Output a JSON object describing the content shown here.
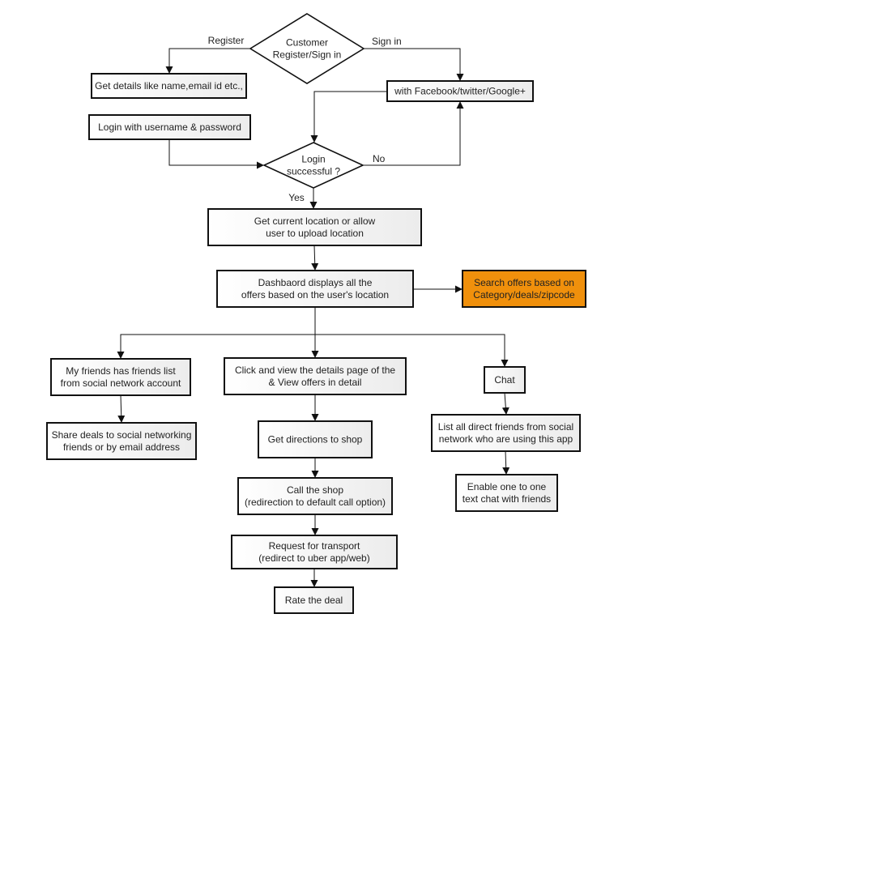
{
  "colors": {
    "box_fill_light": "#ffffff",
    "box_fill_dark": "#ececec",
    "highlight_fill": "#f0900c",
    "stroke": "#111111",
    "text": "#222222"
  },
  "nodes": {
    "start": {
      "shape": "diamond",
      "lines": [
        "Customer",
        "Register/Sign in"
      ]
    },
    "get_details": {
      "shape": "box",
      "lines": [
        "Get details like name,email id etc.,"
      ]
    },
    "social_login": {
      "shape": "box",
      "lines": [
        "with Facebook/twitter/Google+"
      ]
    },
    "login_username": {
      "shape": "box",
      "lines": [
        "Login  with username & password"
      ]
    },
    "login_successful": {
      "shape": "diamond",
      "lines": [
        "Login",
        "successful ?"
      ]
    },
    "get_location": {
      "shape": "box",
      "lines": [
        "Get current location or allow",
        "user to upload location"
      ]
    },
    "dashboard": {
      "shape": "box",
      "lines": [
        "Dashbaord displays all the",
        "offers based on the user's location"
      ]
    },
    "search_offers": {
      "shape": "box",
      "highlight": true,
      "lines": [
        "Search offers based on",
        "Category/deals/zipcode"
      ]
    },
    "friends_list": {
      "shape": "box",
      "lines": [
        "My friends has friends list",
        "from social network account"
      ]
    },
    "view_details": {
      "shape": "box",
      "lines": [
        "Click and view the details page of the",
        "& View offers in detail"
      ]
    },
    "chat": {
      "shape": "box",
      "lines": [
        "Chat"
      ]
    },
    "share_deals": {
      "shape": "box",
      "lines": [
        "Share deals to social networking",
        "friends or by email address"
      ]
    },
    "get_directions": {
      "shape": "box",
      "lines": [
        "Get directions to shop"
      ]
    },
    "list_friends": {
      "shape": "box",
      "lines": [
        "List all direct friends from social",
        "network who are using this app"
      ]
    },
    "call_shop": {
      "shape": "box",
      "lines": [
        "Call the shop",
        "(redirection to default call option)"
      ]
    },
    "text_chat": {
      "shape": "box",
      "lines": [
        "Enable one to one",
        "text chat with friends"
      ]
    },
    "request_transport": {
      "shape": "box",
      "lines": [
        "Request for transport",
        "(redirect to uber app/web)"
      ]
    },
    "rate_deal": {
      "shape": "box",
      "lines": [
        "Rate the deal"
      ]
    }
  },
  "edges": [
    {
      "from": "start",
      "to": "get_details",
      "label": "Register"
    },
    {
      "from": "start",
      "to": "social_login",
      "label": "Sign in"
    },
    {
      "from": "social_login",
      "to": "login_successful",
      "label": ""
    },
    {
      "from": "login_username",
      "to": "login_successful",
      "label": ""
    },
    {
      "from": "login_successful",
      "to": "social_login",
      "label": "No"
    },
    {
      "from": "login_successful",
      "to": "get_location",
      "label": "Yes"
    },
    {
      "from": "get_location",
      "to": "dashboard",
      "label": ""
    },
    {
      "from": "dashboard",
      "to": "search_offers",
      "label": ""
    },
    {
      "from": "dashboard",
      "to": "friends_list",
      "label": ""
    },
    {
      "from": "dashboard",
      "to": "view_details",
      "label": ""
    },
    {
      "from": "dashboard",
      "to": "chat",
      "label": ""
    },
    {
      "from": "friends_list",
      "to": "share_deals",
      "label": ""
    },
    {
      "from": "view_details",
      "to": "get_directions",
      "label": ""
    },
    {
      "from": "get_directions",
      "to": "call_shop",
      "label": ""
    },
    {
      "from": "call_shop",
      "to": "request_transport",
      "label": ""
    },
    {
      "from": "request_transport",
      "to": "rate_deal",
      "label": ""
    },
    {
      "from": "chat",
      "to": "list_friends",
      "label": ""
    },
    {
      "from": "list_friends",
      "to": "text_chat",
      "label": ""
    }
  ]
}
